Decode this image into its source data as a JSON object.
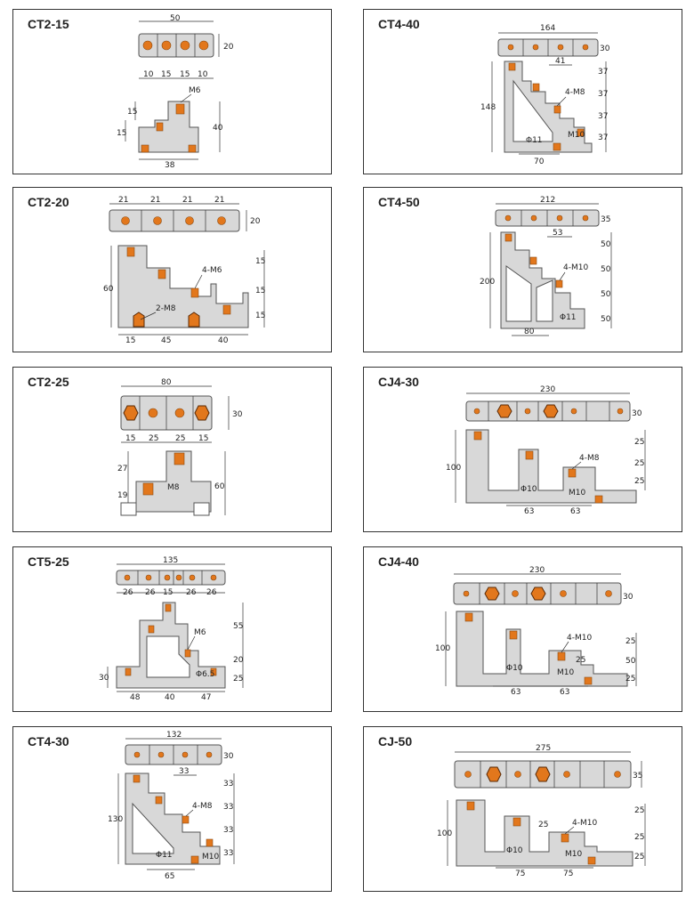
{
  "colors": {
    "metal": "#d8d8d8",
    "accent": "#e2771c",
    "outline": "#555555"
  },
  "panels": [
    {
      "title": "CT2-15",
      "labels": {
        "w": "50",
        "h": "20",
        "d1": "10",
        "d2": "15",
        "d3": "15",
        "d4": "10",
        "thread": "M6",
        "v1": "15",
        "v2": "15",
        "vr": "40",
        "base": "38"
      }
    },
    {
      "title": "CT4-40",
      "labels": {
        "w": "164",
        "h": "30",
        "pitch": "41",
        "thread": "4-M8",
        "h1": "37",
        "h2": "37",
        "h3": "37",
        "h4": "37",
        "vl": "148",
        "phi": "Φ11",
        "m": "M10",
        "base": "70"
      }
    },
    {
      "title": "CT2-20",
      "labels": {
        "d1": "21",
        "d2": "21",
        "d3": "21",
        "d4": "21",
        "h": "20",
        "thread": "4-M6",
        "thread2": "2-M8",
        "vl": "60",
        "h1": "15",
        "h2": "15",
        "h3": "15",
        "b1": "15",
        "b2": "45",
        "b3": "40"
      }
    },
    {
      "title": "CT4-50",
      "labels": {
        "w": "212",
        "h": "35",
        "pitch": "53",
        "thread": "4-M10",
        "vl": "200",
        "h1": "50",
        "h2": "50",
        "h3": "50",
        "h4": "50",
        "phi": "Φ11",
        "base": "80"
      }
    },
    {
      "title": "CT2-25",
      "labels": {
        "w": "80",
        "h": "30",
        "d1": "15",
        "d2": "25",
        "d3": "25",
        "d4": "15",
        "v1": "27",
        "v2": "19",
        "thread": "M8",
        "vr": "60"
      }
    },
    {
      "title": "CJ4-30",
      "labels": {
        "w": "230",
        "h": "30",
        "vl": "100",
        "h1": "25",
        "h2": "25",
        "h3": "25",
        "thread": "4-M8",
        "phi": "Φ10",
        "m": "M10",
        "b1": "63",
        "b2": "63"
      }
    },
    {
      "title": "CT5-25",
      "labels": {
        "w": "135",
        "d1": "26",
        "d2": "26",
        "d3": "15",
        "d4": "26",
        "d5": "26",
        "thread": "M6",
        "v1": "55",
        "v2": "20",
        "v3": "25",
        "vl": "30",
        "phi": "Φ6.5",
        "b1": "48",
        "b2": "40",
        "b3": "47"
      }
    },
    {
      "title": "CJ4-40",
      "labels": {
        "w": "230",
        "h": "30",
        "vl": "100",
        "thread": "4-M10",
        "h1": "25",
        "h2": "50",
        "h3": "25",
        "hi": "25",
        "phi": "Φ10",
        "m": "M10",
        "b1": "63",
        "b2": "63"
      }
    },
    {
      "title": "CT4-30",
      "labels": {
        "w": "132",
        "h": "30",
        "pitch": "33",
        "thread": "4-M8",
        "vl": "130",
        "h1": "33",
        "h2": "33",
        "h3": "33",
        "h4": "33",
        "phi": "Φ11",
        "m": "M10",
        "base": "65"
      }
    },
    {
      "title": "CJ-50",
      "labels": {
        "w": "275",
        "h": "35",
        "vl": "100",
        "thread": "4-M10",
        "hi": "25",
        "h1": "25",
        "h2": "25",
        "h3": "25",
        "phi": "Φ10",
        "m": "M10",
        "b1": "75",
        "b2": "75"
      }
    }
  ]
}
